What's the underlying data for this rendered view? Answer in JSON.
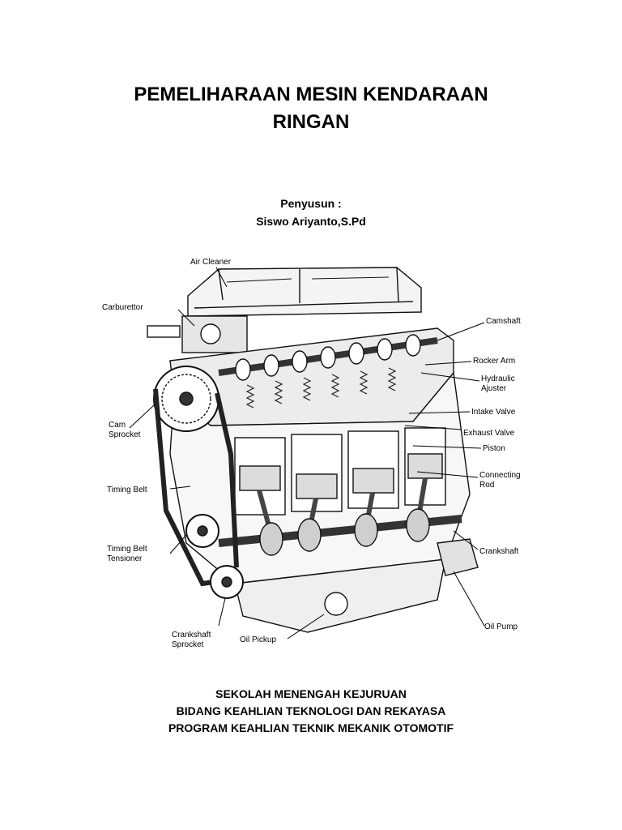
{
  "document": {
    "title_line1": "PEMELIHARAAN MESIN KENDARAAN",
    "title_line2": "RINGAN",
    "author_label": "Penyusun :",
    "author_name": "Siswo Ariyanto,S.Pd"
  },
  "diagram": {
    "labels": {
      "air_cleaner": "Air Cleaner",
      "carburettor": "Carburettor",
      "camshaft": "Camshaft",
      "rocker_arm": "Rocker Arm",
      "hydraulic_1": "Hydraulic",
      "hydraulic_2": "Ajuster",
      "intake_valve": "Intake Valve",
      "exhaust_valve": "Exhaust Valve",
      "piston": "Piston",
      "cam_sprocket_1": "Cam",
      "cam_sprocket_2": "Sprocket",
      "connecting_rod_1": "Connecting",
      "connecting_rod_2": "Rod",
      "timing_belt": "Timing Belt",
      "timing_belt_tensioner_1": "Timing Belt",
      "timing_belt_tensioner_2": "Tensioner",
      "crankshaft": "Crankshaft",
      "crankshaft_sprocket_1": "Crankshaft",
      "crankshaft_sprocket_2": "Sprocket",
      "oil_pickup": "Oil Pickup",
      "oil_pump": "Oil Pump"
    }
  },
  "footer": {
    "line1": "SEKOLAH MENENGAH KEJURUAN",
    "line2": "BIDANG KEAHLIAN TEKNOLOGI DAN REKAYASA",
    "line3": "PROGRAM KEAHLIAN TEKNIK MEKANIK OTOMOTIF"
  }
}
